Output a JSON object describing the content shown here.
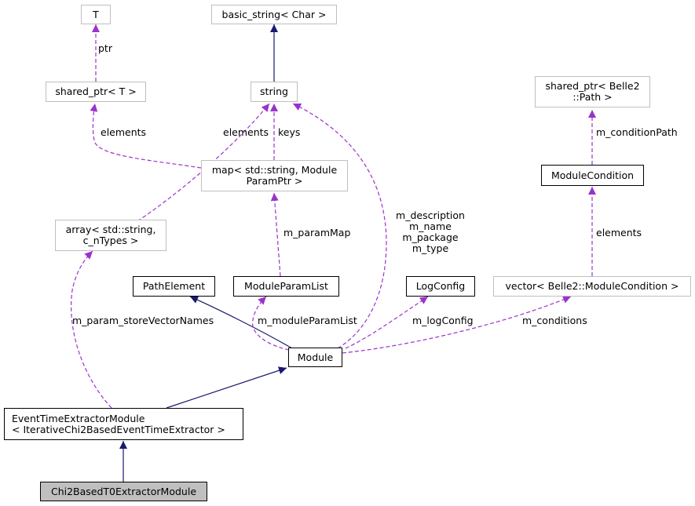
{
  "nodes": {
    "t": {
      "lines": [
        "T"
      ]
    },
    "basic_string": {
      "lines": [
        "basic_string< Char >"
      ]
    },
    "shared_ptr_t": {
      "lines": [
        "shared_ptr< T >"
      ]
    },
    "string": {
      "lines": [
        "string"
      ]
    },
    "shared_ptr_path": {
      "lines": [
        "shared_ptr< Belle2",
        "::Path >"
      ]
    },
    "map": {
      "lines": [
        "map< std::string, Module",
        "ParamPtr >"
      ]
    },
    "module_condition": {
      "lines": [
        "ModuleCondition"
      ]
    },
    "array": {
      "lines": [
        "array< std::string,",
        "c_nTypes >"
      ]
    },
    "path_element": {
      "lines": [
        "PathElement"
      ]
    },
    "module_param_list": {
      "lines": [
        "ModuleParamList"
      ]
    },
    "log_config": {
      "lines": [
        "LogConfig"
      ]
    },
    "vector": {
      "lines": [
        "vector< Belle2::ModuleCondition >"
      ]
    },
    "module": {
      "lines": [
        "Module"
      ]
    },
    "event_time_extractor": {
      "lines": [
        "EventTimeExtractorModule",
        "< IterativeChi2BasedEventTimeExtractor >"
      ]
    },
    "chi2_module": {
      "lines": [
        "Chi2BasedT0ExtractorModule"
      ]
    }
  },
  "edge_labels": {
    "ptr": "ptr",
    "elements_left": "elements",
    "elements_mid": "elements",
    "keys": "keys",
    "m_conditionPath": "m_conditionPath",
    "m_description_block": [
      "m_description",
      "m_name",
      "m_package",
      "m_type"
    ],
    "m_paramMap": "m_paramMap",
    "elements_right": "elements",
    "m_param_storeVectorNames": "m_param_storeVectorNames",
    "m_moduleParamList": "m_moduleParamList",
    "m_logConfig": "m_logConfig",
    "m_conditions": "m_conditions"
  },
  "colors": {
    "inheritance": "#191970",
    "usage": "#9a32cd",
    "focus_fill": "#bfbfbf",
    "faded_border": "#bfbfbf"
  }
}
